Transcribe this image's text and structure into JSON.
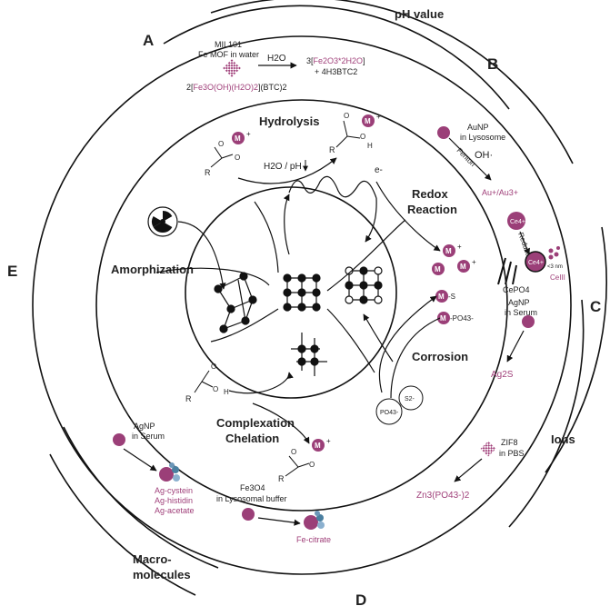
{
  "sections": {
    "A": "A",
    "B": "B",
    "C": "C",
    "D": "D",
    "E": "E"
  },
  "outer": {
    "ph": "pH value",
    "ions": "Ions",
    "macro1": "Macro-",
    "macro2": "molecules"
  },
  "process": {
    "hydrolysis": "Hydrolysis",
    "redox1": "Redox",
    "redox2": "Reaction",
    "amorph": "Amorphization",
    "corrosion": "Corrosion",
    "complex1": "Complexation",
    "complex2": "Chelation",
    "h2oph": "H2O / pH"
  },
  "mil": {
    "l1": "MIL101",
    "l2": "Fe MOF in water",
    "h2o": "H2O",
    "prod1a": "3[",
    "prod1b": "Fe2O3*2H2O",
    "prod1c": "]",
    "prod2": "+ 4H3BTC2",
    "react_a": "2[",
    "react_b": "Fe3O(OH)(H2O)2",
    "react_c": "](BTC)2"
  },
  "aunp": {
    "l1": "AuNP",
    "l2": "in Lysosome",
    "oh": "OH·",
    "fenton": "Fenton",
    "prod": "Au+/Au3+"
  },
  "ce": {
    "ce4": "Ce4+",
    "reduction": "Reduction",
    "ce4b": "Ce4+",
    "cepo4": "CePO4",
    "ce3": "CeIII",
    "nm": "<3 nm"
  },
  "agnp_serum": {
    "l1": "AgNP",
    "l2": "in Serum",
    "prod": "Ag2S"
  },
  "zif": {
    "l1": "ZIF8",
    "l2": "in PBS",
    "prod": "Zn3(PO43-)2"
  },
  "fe3o4": {
    "l1": "Fe3O4",
    "l2": "in Lysosomal buffer",
    "prod": "Fe-citrate"
  },
  "agnp_macro": {
    "l1": "AgNP",
    "l2": "in Serum",
    "p1": "Ag-cystein",
    "p2": "Ag-histidin",
    "p3": "Ag-acetate"
  },
  "chem": {
    "m": "M",
    "plus": "+",
    "r": "R",
    "o": "O",
    "h": "H",
    "e": "e-",
    "ms": "-S",
    "mpo4": "-PO43-",
    "po4": "PO43-",
    "s2": "S2-"
  },
  "colors": {
    "accent": "#9b3f78",
    "line": "#111111"
  }
}
